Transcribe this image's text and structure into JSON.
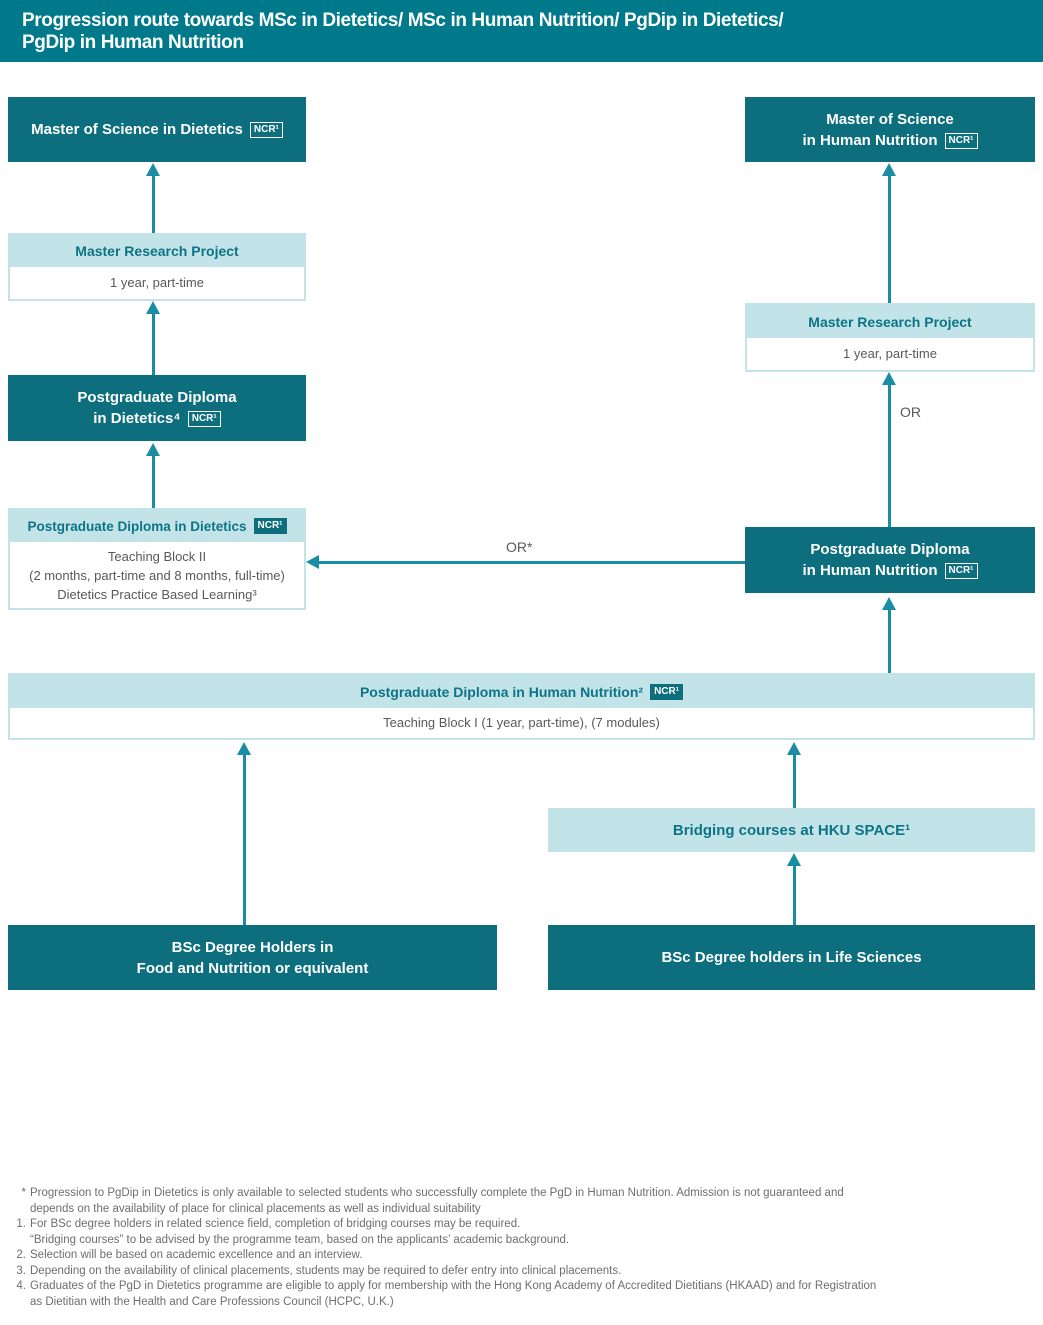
{
  "title": {
    "line1": "Progression route towards MSc in Dietetics/ MSc in Human Nutrition/ PgDip in Dietetics/",
    "line2": "PgDip in Human Nutrition"
  },
  "badge": {
    "ncr": "NCR¹"
  },
  "boxes": {
    "msc_dietetics": {
      "title": "Master of Science in Dietetics"
    },
    "mrp_left": {
      "title": "Master Research Project",
      "body": "1 year, part-time"
    },
    "pgdip_dietetics_dark": {
      "line1": "Postgraduate Diploma",
      "line2": "in Dietetics⁴"
    },
    "pgdip_dietetics": {
      "title": "Postgraduate Diploma in Dietetics",
      "body_line1": "Teaching Block II",
      "body_line2": "(2 months, part-time and 8 months, full-time)",
      "body_line3": "Dietetics Practice Based Learning³"
    },
    "msc_hn": {
      "line1": "Master of Science",
      "line2": "in Human Nutrition"
    },
    "mrp_right": {
      "title": "Master Research Project",
      "body": "1 year, part-time"
    },
    "pgdip_hn": {
      "line1": "Postgraduate Diploma",
      "line2": "in Human Nutrition"
    },
    "pgdip_hn_wide": {
      "title": "Postgraduate Diploma in Human Nutrition²",
      "body": "Teaching Block I (1 year, part-time), (7 modules)"
    },
    "bridging": {
      "title": "Bridging courses at HKU SPACE¹"
    },
    "bsc_food": {
      "line1": "BSc Degree Holders in",
      "line2": "Food and Nutrition or equivalent"
    },
    "bsc_life": {
      "title": "BSc Degree holders in Life Sciences"
    }
  },
  "labels": {
    "or": "OR",
    "or_star": "OR*"
  },
  "footnotes": [
    {
      "marker": "*",
      "lines": [
        "Progression to PgDip in Dietetics is only available to selected students who successfully complete the PgD in Human Nutrition. Admission is not guaranteed and",
        "depends on the availability of place for clinical placements as well as individual suitability"
      ]
    },
    {
      "marker": "1.",
      "lines": [
        "For BSc degree holders in related science field, completion of bridging courses may be required.",
        "“Bridging courses” to be advised by the programme team, based on the applicants’ academic background."
      ]
    },
    {
      "marker": "2.",
      "lines": [
        "Selection will be based on academic excellence and an interview."
      ]
    },
    {
      "marker": "3.",
      "lines": [
        "Depending on the availability of clinical placements, students may be required to defer entry into clinical placements."
      ]
    },
    {
      "marker": "4.",
      "lines": [
        "Graduates of the PgD in Dietetics programme are eligible to apply for membership with the Hong Kong Academy of Accredited Dietitians (HKAAD) and for Registration",
        "as Dietitian with the Health and Care Professions Council (HCPC, U.K.)"
      ]
    }
  ],
  "colors": {
    "title_bar": "#00798a",
    "dark_box": "#0d6f7e",
    "light_box": "#c2e4e8",
    "arrow": "#1a8da5",
    "header_text": "#0d7486",
    "body_text": "#58595b"
  }
}
